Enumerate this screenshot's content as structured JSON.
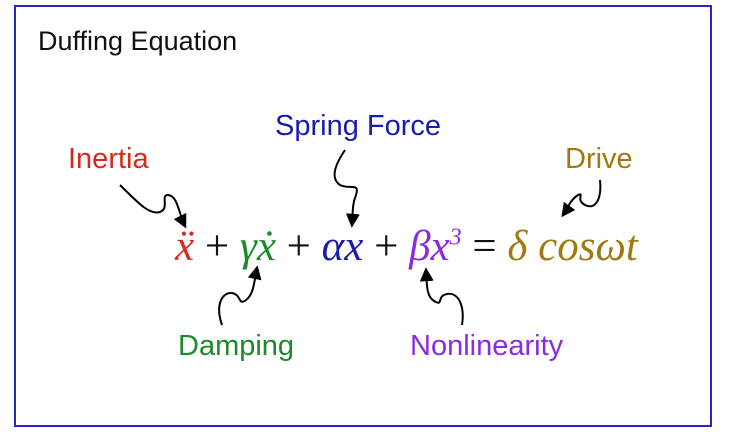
{
  "title": "Duffing Equation",
  "colors": {
    "frame": "#2424c8",
    "inertia": "#d42a1e",
    "damping": "#1a8a2a",
    "spring": "#1a1ab0",
    "nonlinearity": "#8a2be2",
    "drive": "#a07a10"
  },
  "labels": {
    "inertia": "Inertia",
    "spring": "Spring Force",
    "drive": "Drive",
    "damping": "Damping",
    "nonlinearity": "Nonlinearity"
  },
  "equation": {
    "inertia_term": "ẍ",
    "plus1": "+",
    "gamma": "γ",
    "xdot": "ẋ",
    "plus2": "+",
    "alpha": "α",
    "x1": "x",
    "plus3": "+",
    "beta": "β",
    "x2": "x",
    "exp": "3",
    "equals": "=",
    "delta": "δ",
    "cos": "cos",
    "omega": "ω",
    "t": "t"
  }
}
